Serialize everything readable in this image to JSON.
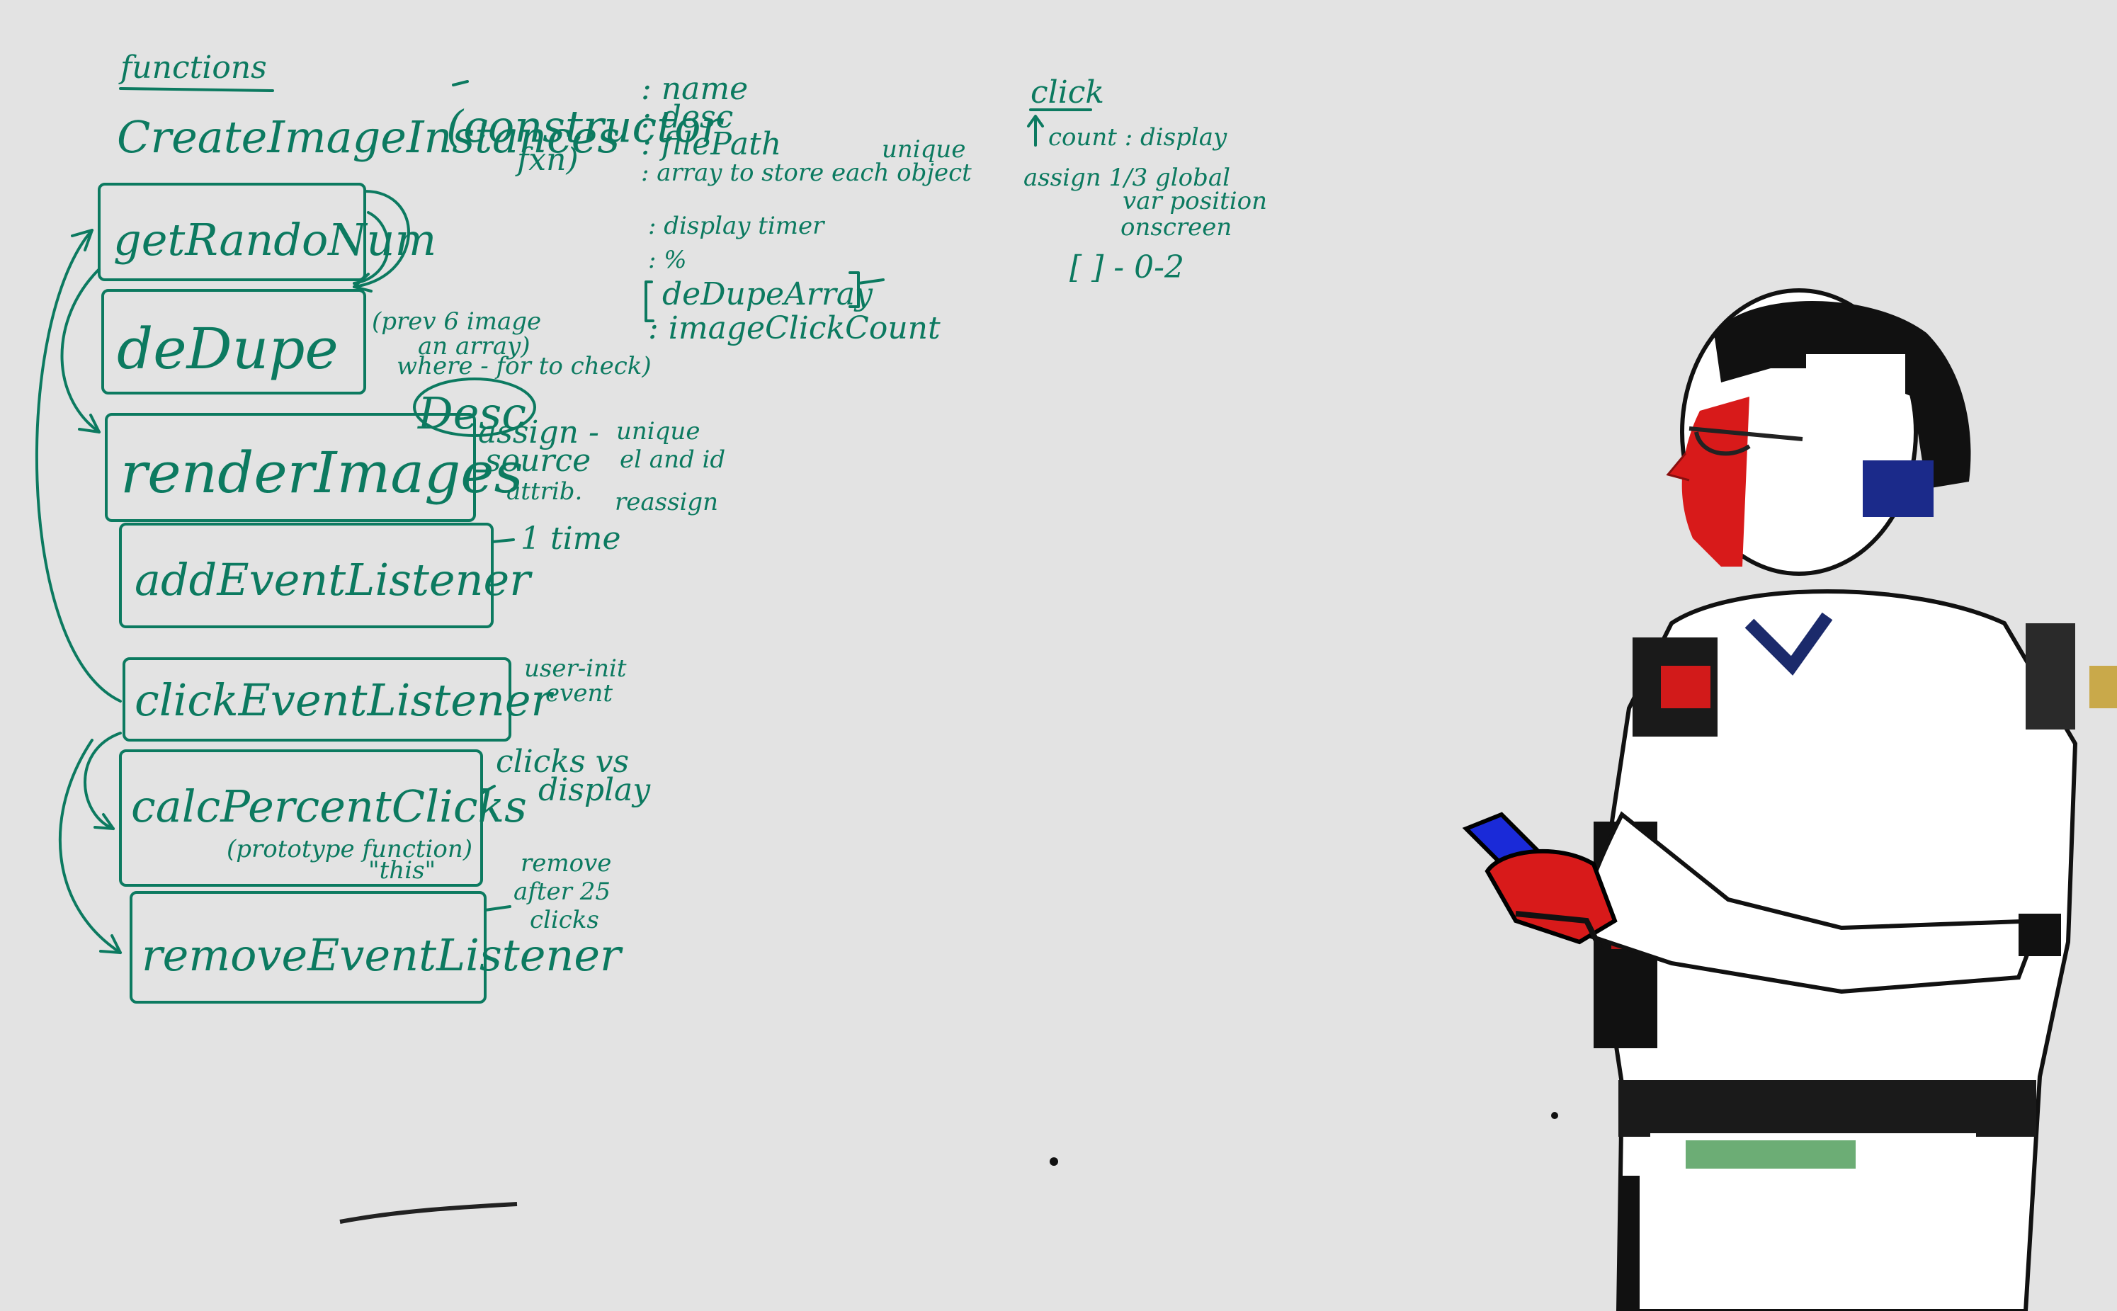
{
  "scene": {
    "description_free": true,
    "background_color": "#e3e3e3",
    "ink_color": "#0c7a60"
  },
  "left_column": {
    "heading": "functions",
    "constructor_title": "CreateImageInstances",
    "constructor_note_1": "(constructor",
    "constructor_note_2": "fxn)",
    "boxes": [
      {
        "label": "getRandoNum"
      },
      {
        "label": "deDupe"
      },
      {
        "label": "renderImages"
      },
      {
        "label": "addEventListener"
      },
      {
        "label": "clickEventListener"
      },
      {
        "label": "calcPercentClicks"
      },
      {
        "label": "removeEventListener"
      }
    ],
    "dedupe_note_1": "(prev 6 image",
    "dedupe_note_2": "an array)",
    "dedupe_note_3": "where - for to check)",
    "render_desc": "Desc",
    "render_note_1": "assign -",
    "render_note_2": "source",
    "render_note_3": "attrib.",
    "render_note_4": "unique",
    "render_note_5": "el and id",
    "render_note_6": "reassign",
    "add_note": "1 time",
    "click_note_1": "user-init",
    "click_note_2": "event",
    "calc_note_1": "clicks vs",
    "calc_note_2": "display",
    "calc_sub_1": "(prototype function)",
    "calc_sub_2": "\"this\"",
    "remove_note_1": "remove",
    "remove_note_2": "after 25",
    "remove_note_3": "clicks"
  },
  "middle_column": {
    "items": [
      ": name",
      ": desc",
      ": filePath",
      ": array to store each object"
    ],
    "unique_note": "unique",
    "display_timer": ": display timer",
    "percent": ": %",
    "dedupe_array": "deDupeArray",
    "image_click_count": ": imageClickCount"
  },
  "right_column": {
    "heading": "click",
    "line_1": "count : display",
    "line_2": "assign 1/3 global",
    "line_3": "var position",
    "line_4": "onscreen",
    "line_5": "[ ] - 0-2"
  },
  "person": {
    "present": true
  }
}
